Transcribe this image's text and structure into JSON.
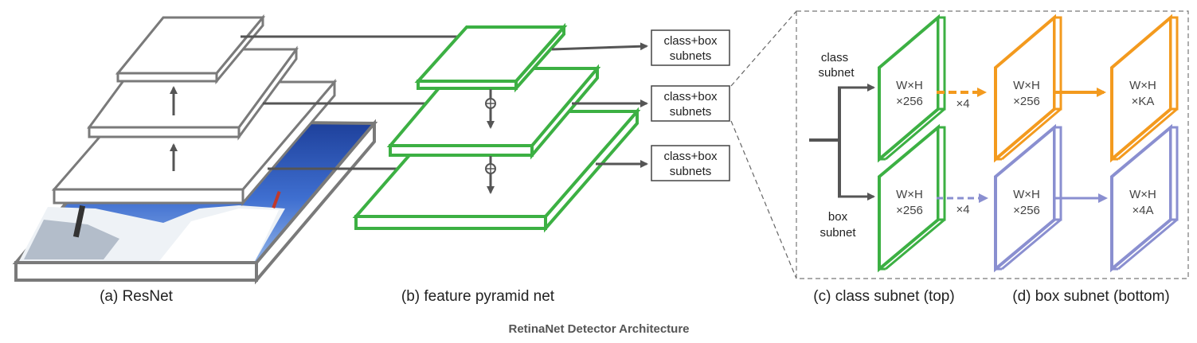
{
  "title": "RetinaNet Detector Architecture",
  "captions": {
    "resnet": "(a) ResNet",
    "fpn": "(b) feature pyramid net",
    "class_subnet": "(c) class subnet (top)",
    "box_subnet": "(d) box subnet (bottom)"
  },
  "subnet_box": {
    "line1": "class+box",
    "line2": "subnets"
  },
  "branch_labels": {
    "class": {
      "line1": "class",
      "line2": "subnet"
    },
    "box": {
      "line1": "box",
      "line2": "subnet"
    }
  },
  "feature_maps": {
    "size": "W×H",
    "channels": "×256",
    "class_output": "×KA",
    "box_output": "×4A"
  },
  "repeat_label": "×4",
  "colors": {
    "resnet": "#7a7a7a",
    "fpn": "#3cb043",
    "class_head": "#f39a1e",
    "box_head": "#8a8fd0",
    "arrow": "#555555"
  }
}
